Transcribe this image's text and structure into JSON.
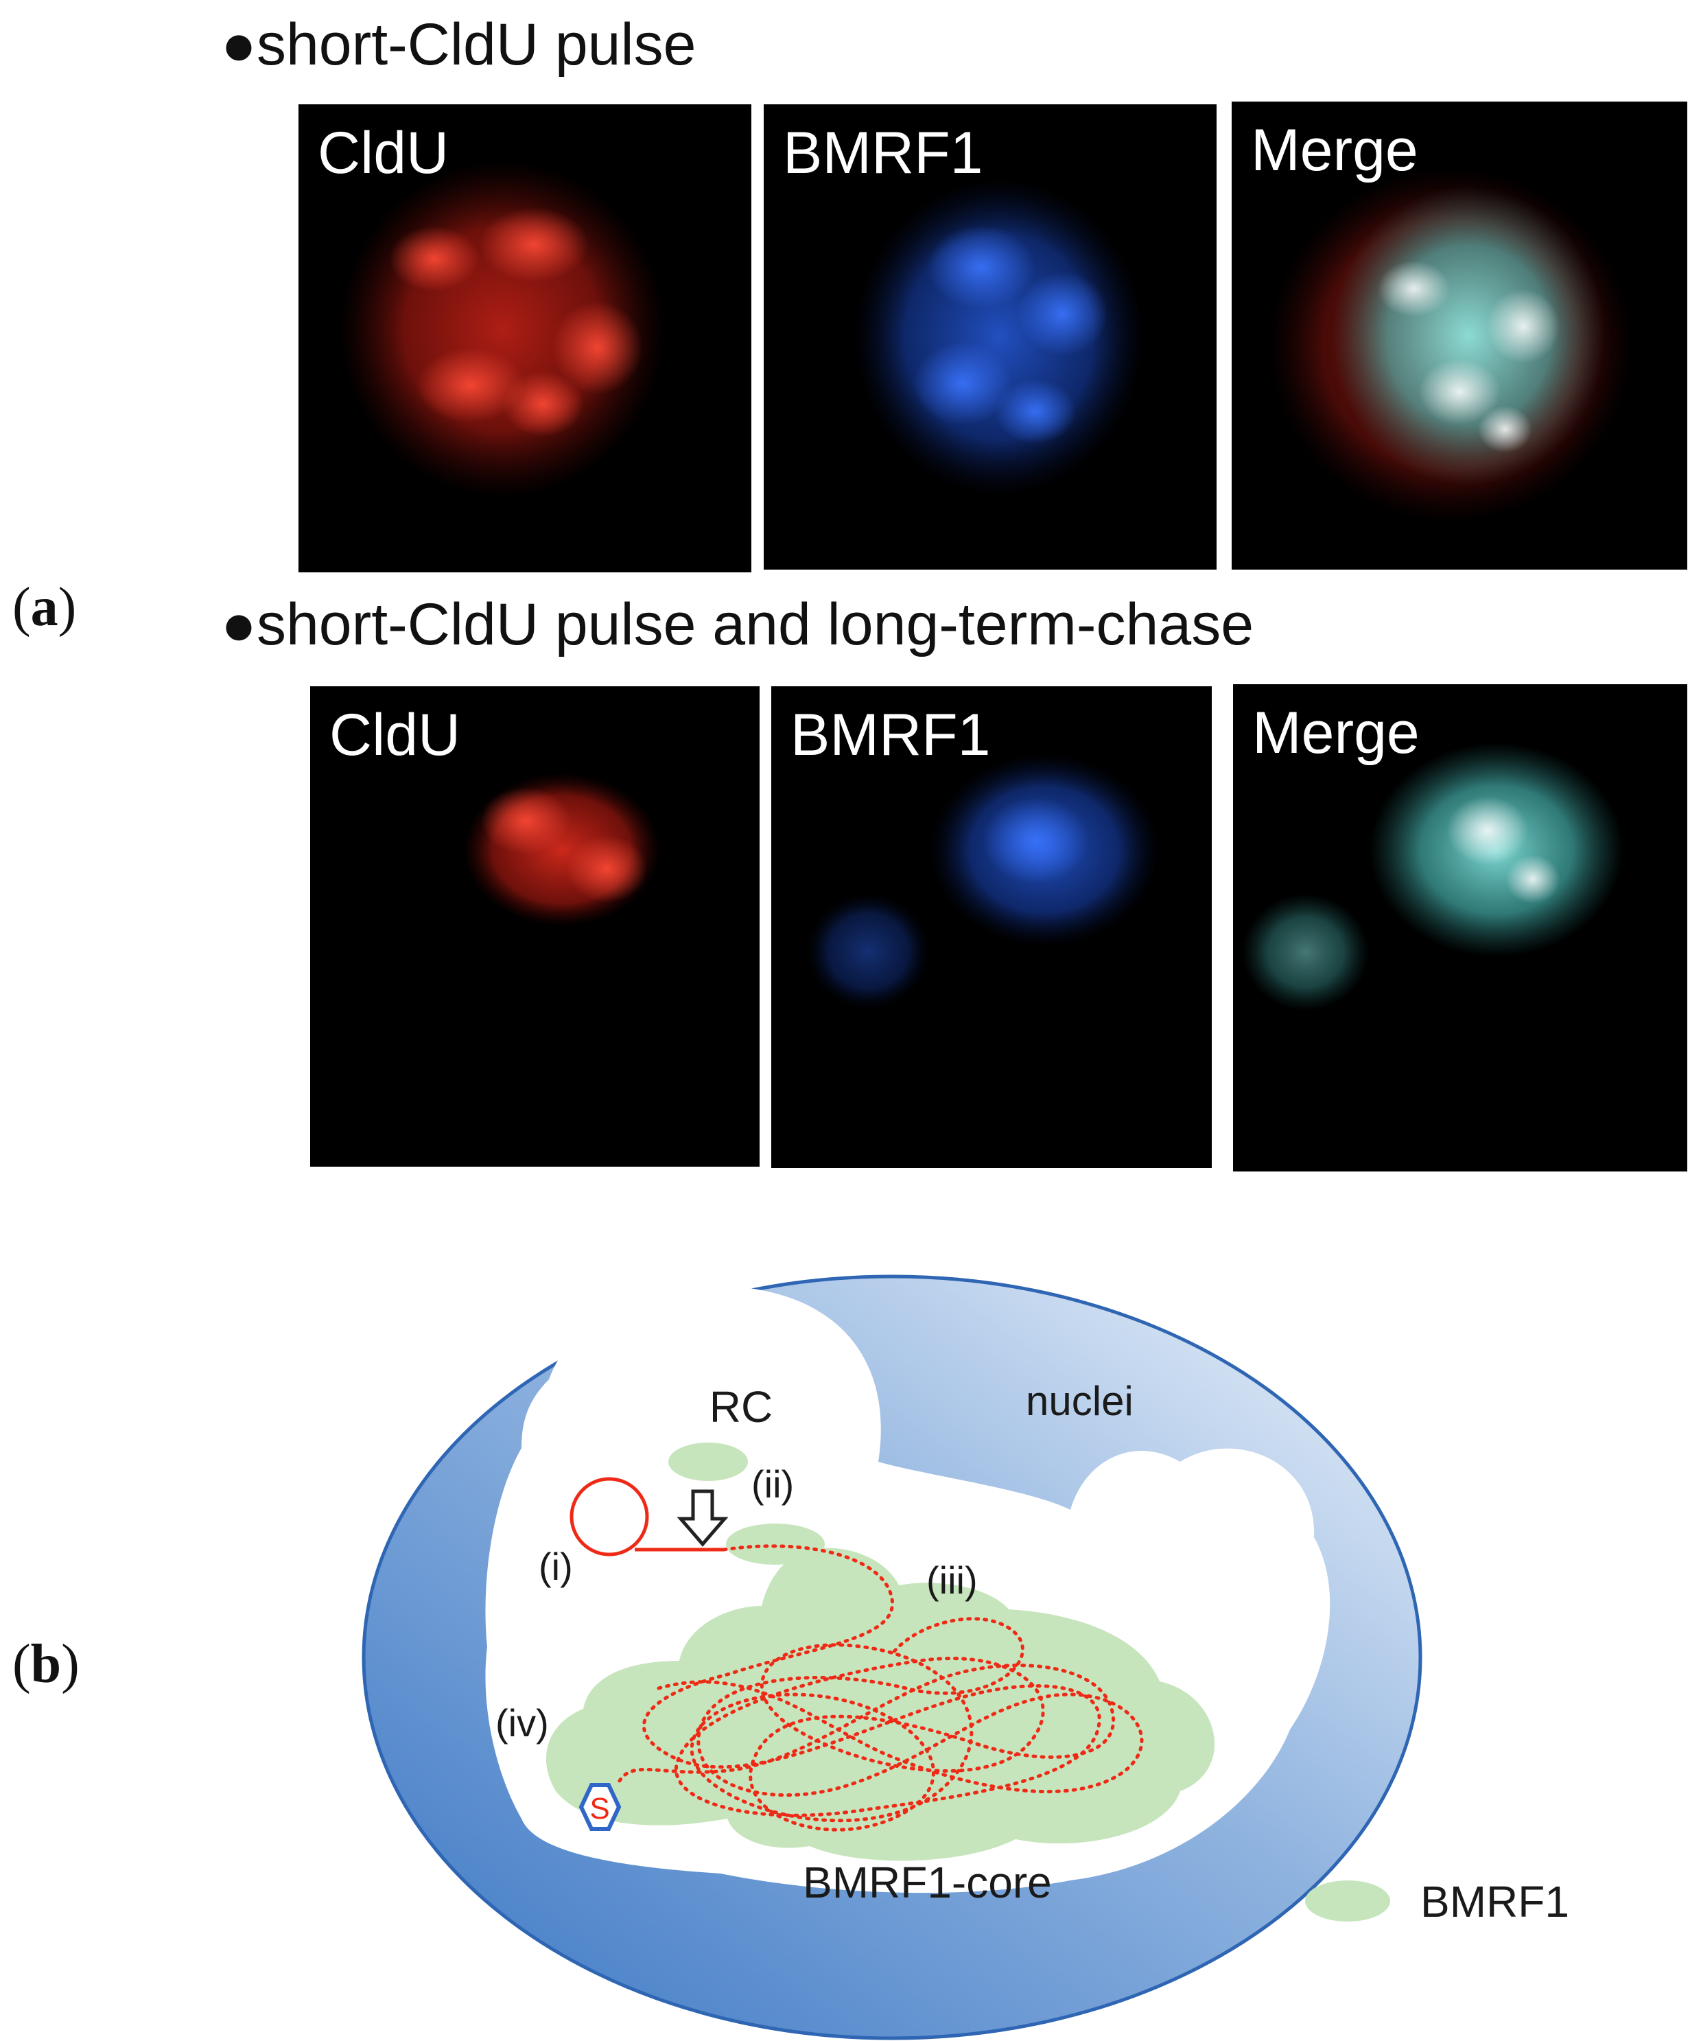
{
  "panel_a": {
    "label": "a",
    "rows": [
      {
        "heading": "●short-CldU pulse",
        "channels": [
          "CldU",
          "BMRF1",
          "Merge"
        ]
      },
      {
        "heading": "●short-CldU pulse and long-term-chase",
        "channels": [
          "CldU",
          "BMRF1",
          "Merge"
        ]
      }
    ]
  },
  "panel_b": {
    "label": "b",
    "labels": {
      "rc": "RC",
      "nuclei": "nuclei",
      "i": "(i)",
      "ii": "(ii)",
      "iii": "(iii)",
      "iv": "(iv)",
      "core": "BMRF1-core",
      "legend": "BMRF1",
      "hex_letter": "S"
    },
    "colors": {
      "bmrf1_green": "#c7e5bd",
      "dna_red": "#ee2a16",
      "nucleus_blue": "#3f7ac8",
      "cldu_red": "#e8281c",
      "bmrf1_blue": "#1f58e0",
      "merge_cyan": "#4fd9d3"
    }
  }
}
